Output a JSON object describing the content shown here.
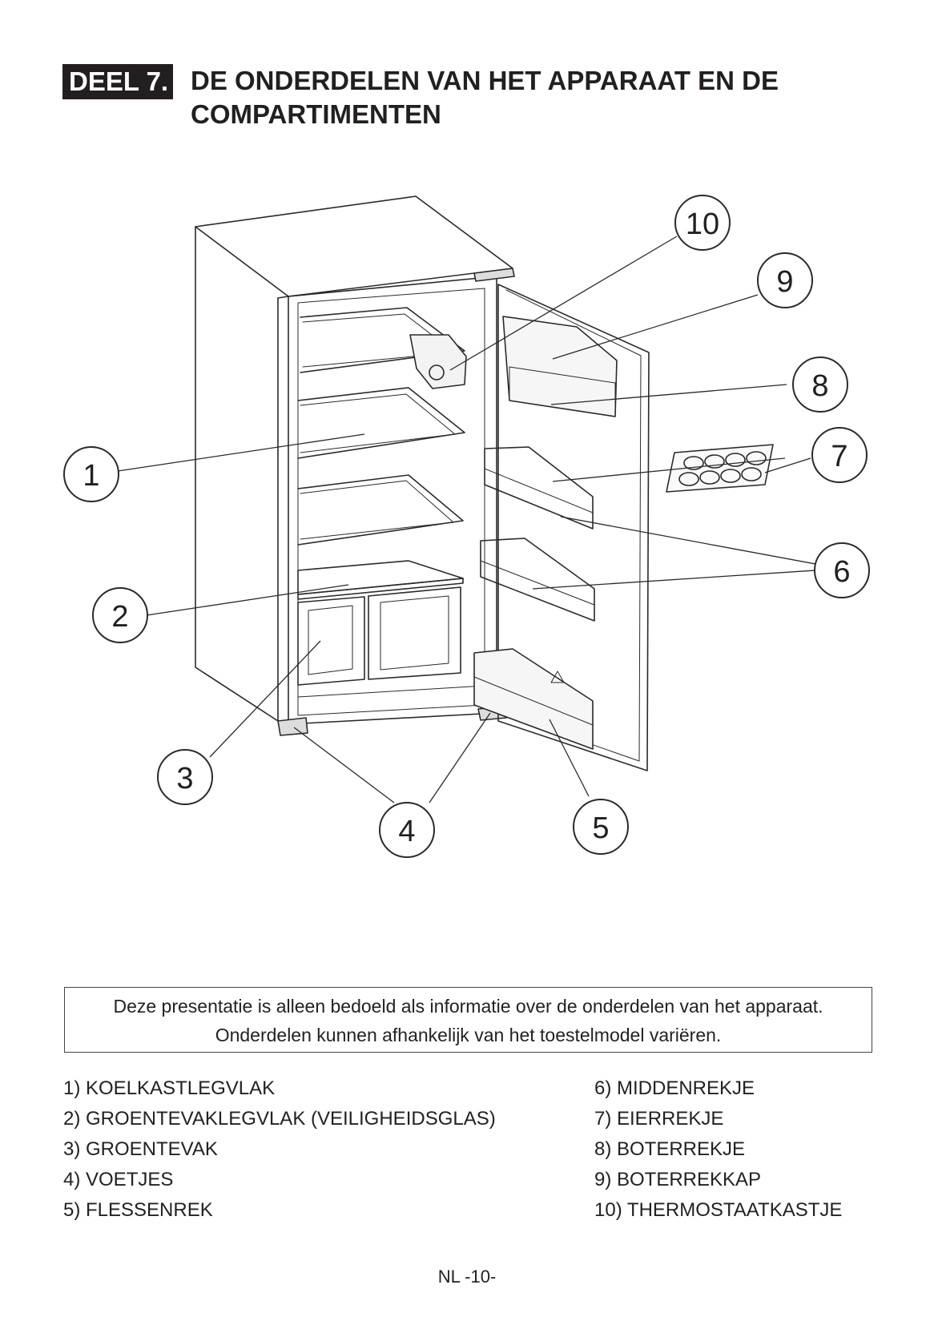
{
  "section": {
    "tag": "DEEL 7.",
    "title": "DE ONDERDELEN VAN HET APPARAAT EN DE COMPARTIMENTEN"
  },
  "diagram": {
    "callouts": [
      "1",
      "2",
      "3",
      "4",
      "5",
      "6",
      "7",
      "8",
      "9",
      "10"
    ]
  },
  "disclaimer": {
    "line1": "Deze presentatie is alleen bedoeld als informatie over de onderdelen van het apparaat.",
    "line2": "Onderdelen kunnen afhankelijk van het toestelmodel variëren."
  },
  "parts": {
    "left": [
      "1) KOELKASTLEGVLAK",
      "2) GROENTEVAKLEGVLAK (VEILIGHEIDSGLAS)",
      "3) GROENTEVAK",
      "4) VOETJES",
      "5) FLESSENREK"
    ],
    "right": [
      "6) MIDDENREKJE",
      "7) EIERREKJE",
      "8) BOTERREKJE",
      "9) BOTERREKKAP",
      "10) THERMOSTAATKASTJE"
    ]
  },
  "footer": {
    "page": "NL -10-"
  }
}
